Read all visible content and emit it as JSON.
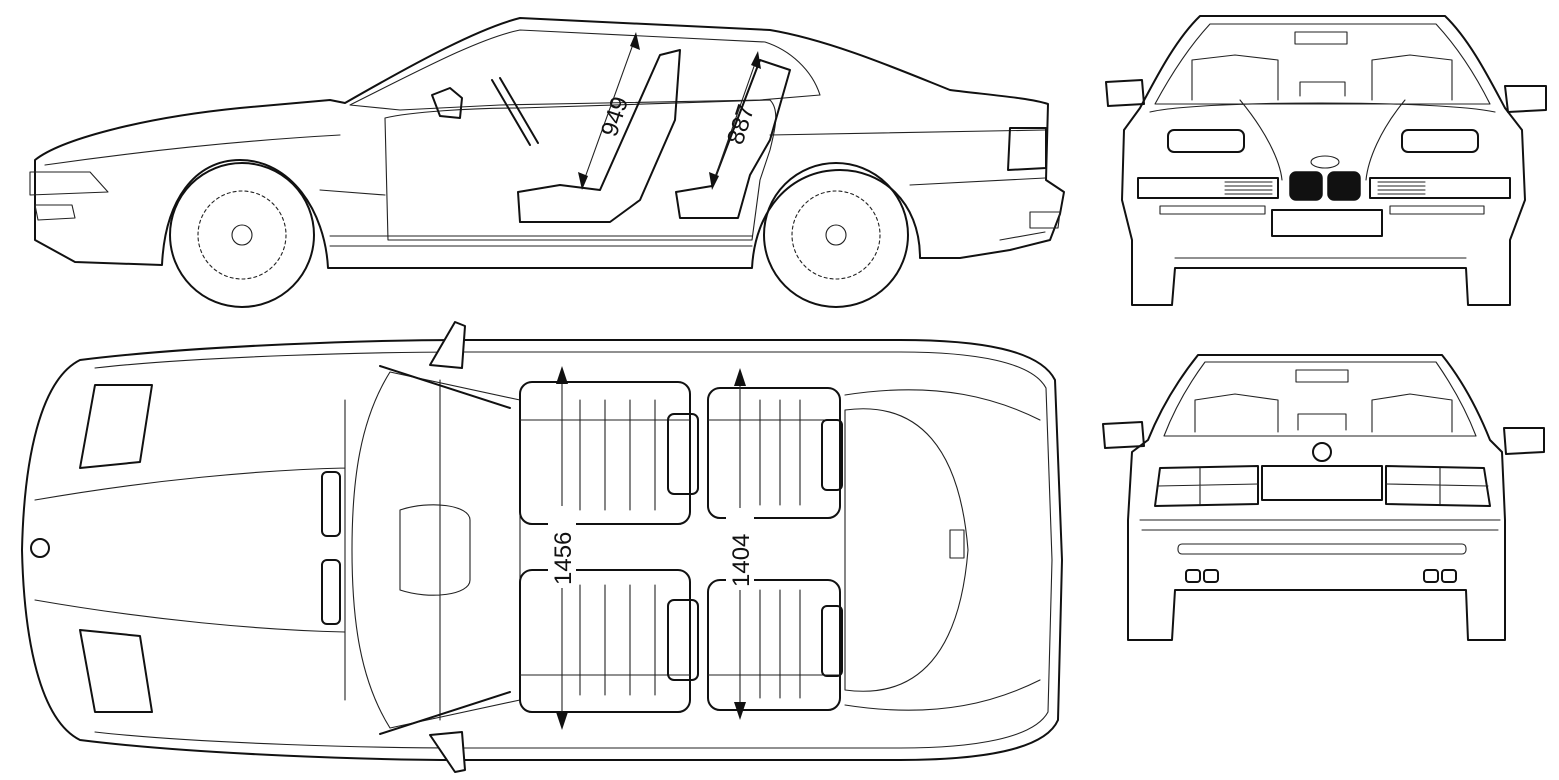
{
  "dimensions": {
    "front_headroom": "949",
    "rear_headroom": "887",
    "front_shoulder_width": "1456",
    "rear_shoulder_width": "1404"
  },
  "style": {
    "line_color": "#111111",
    "background": "#ffffff"
  }
}
